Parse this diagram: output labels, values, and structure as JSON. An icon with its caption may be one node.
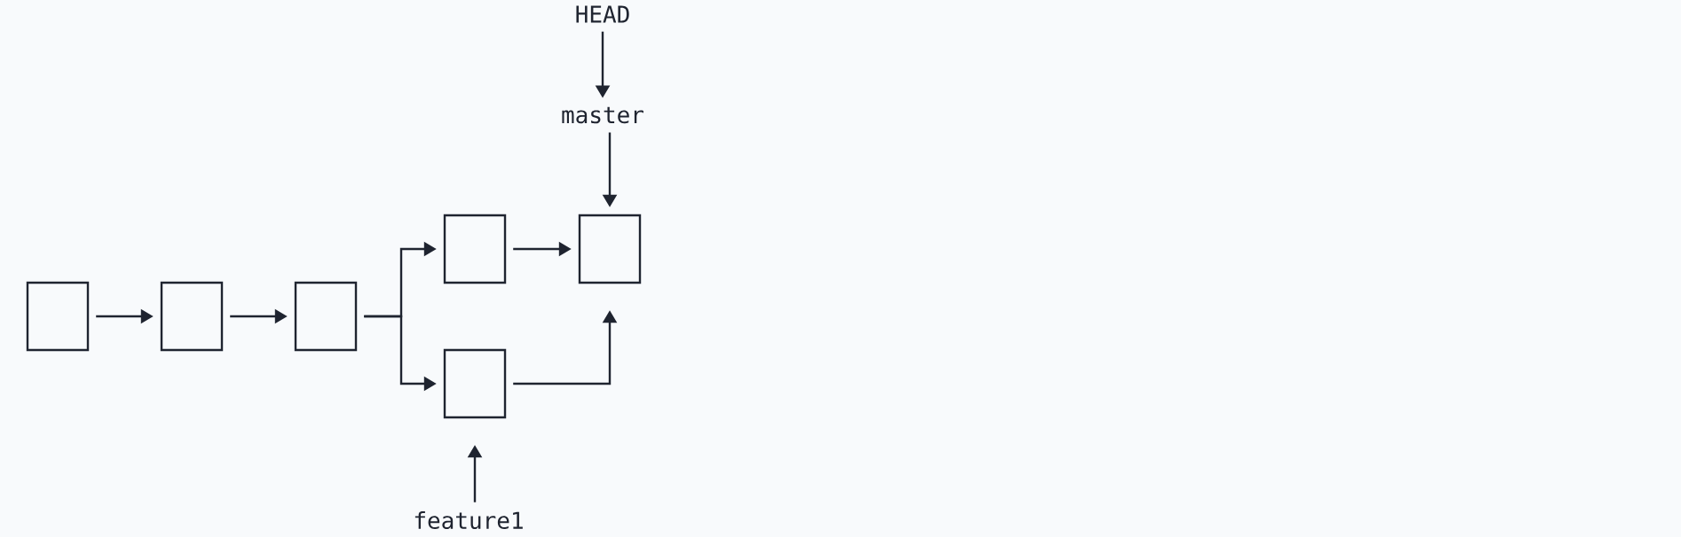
{
  "diagram": {
    "nodes": [
      {
        "text": [],
        "shape": "box"
      },
      {
        "text": [],
        "shape": "box"
      },
      {
        "text": [],
        "shape": "box"
      },
      {
        "text": [],
        "shape": "box"
      },
      {
        "text": [],
        "shape": "box"
      },
      {
        "text": [],
        "shape": "box"
      },
      {
        "text": [
          "HEAD"
        ]
      },
      {
        "text": [
          "master"
        ]
      },
      {
        "text": [
          "feature1"
        ]
      }
    ],
    "edges": [
      {
        "from": 0,
        "to": 1,
        "arrow": "to"
      },
      {
        "from": 1,
        "to": 2,
        "arrow": "to"
      },
      {
        "from": 2,
        "to": 3,
        "arrow": "to"
      },
      {
        "from": 2,
        "to": 5,
        "arrow": "to"
      },
      {
        "from": 3,
        "to": 4,
        "arrow": "to"
      },
      {
        "from": 5,
        "to": 4,
        "arrow": "to"
      },
      {
        "from": 6,
        "to": 7,
        "arrow": "to"
      },
      {
        "from": 7,
        "to": 4,
        "arrow": "to"
      },
      {
        "from": 8,
        "to": 5,
        "arrow": "to"
      }
    ]
  }
}
